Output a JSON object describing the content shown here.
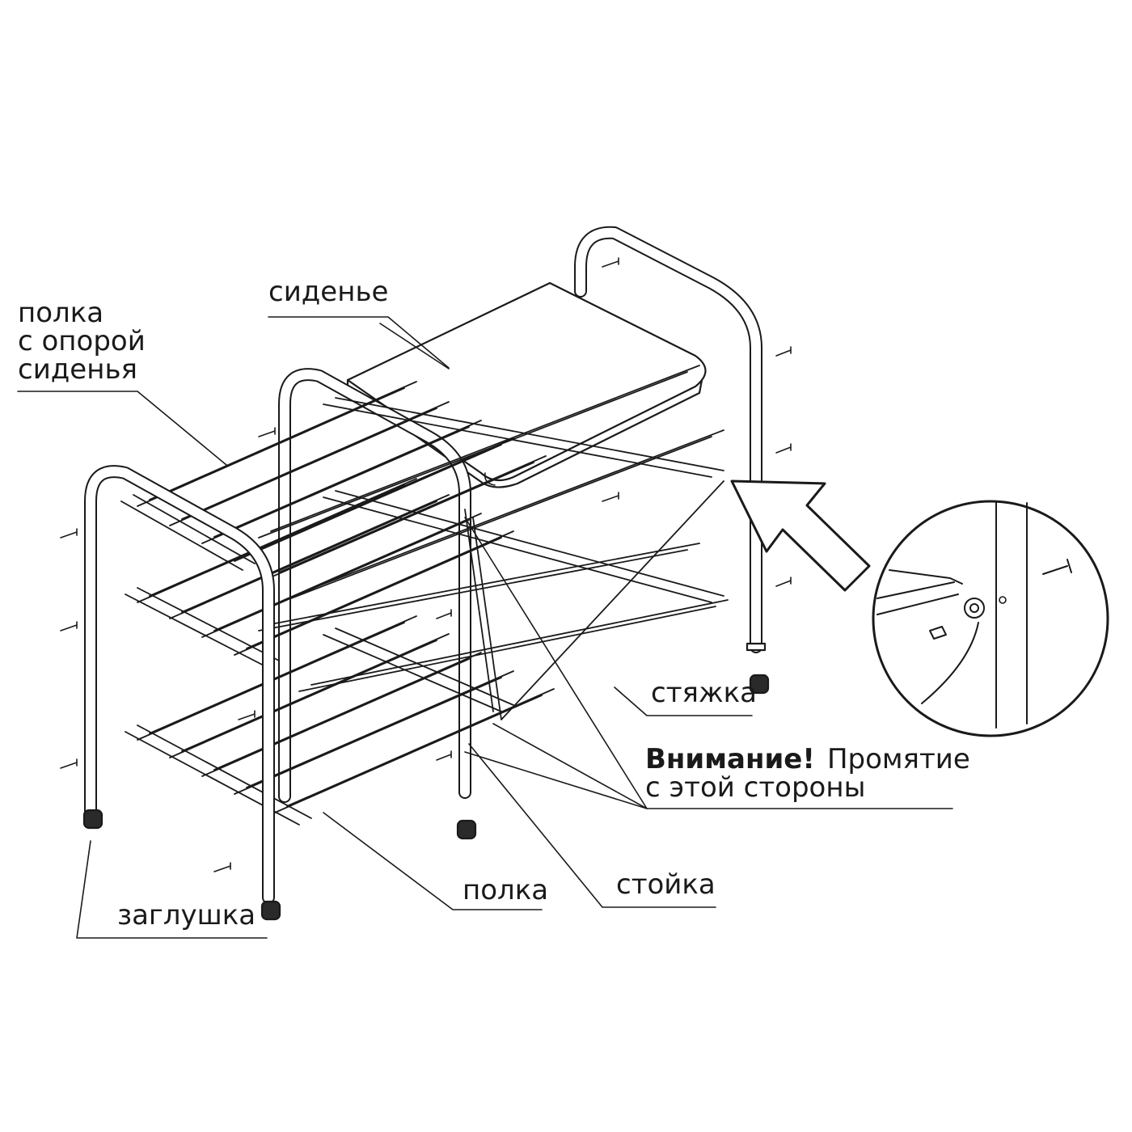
{
  "labels": {
    "seat": "сиденье",
    "shelf_support": [
      "полка",
      "с опорой",
      "сиденья"
    ],
    "tie_rod": "стяжка",
    "attention_bold": "Внимание!",
    "attention_rest": "Промятие",
    "attention_line2": "с этой стороны",
    "shelf": "полка",
    "post": "стойка",
    "plug": "заглушка"
  },
  "colors": {
    "line": "#1a1a1a",
    "tube_fill": "#ffffff",
    "plug_fill": "#2a2a2a"
  }
}
